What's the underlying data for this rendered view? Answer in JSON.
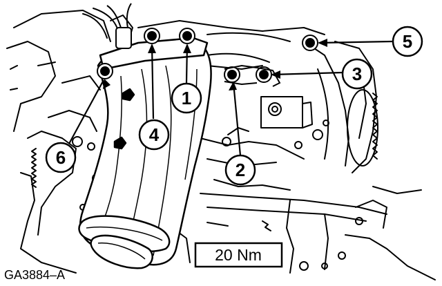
{
  "figure_id": "GA3884–A",
  "torque_spec": "20 Nm",
  "callouts": [
    {
      "label": "1"
    },
    {
      "label": "2"
    },
    {
      "label": "3"
    },
    {
      "label": "4"
    },
    {
      "label": "5"
    },
    {
      "label": "6"
    }
  ],
  "colors": {
    "ink": "#000000",
    "paper": "#ffffff"
  }
}
